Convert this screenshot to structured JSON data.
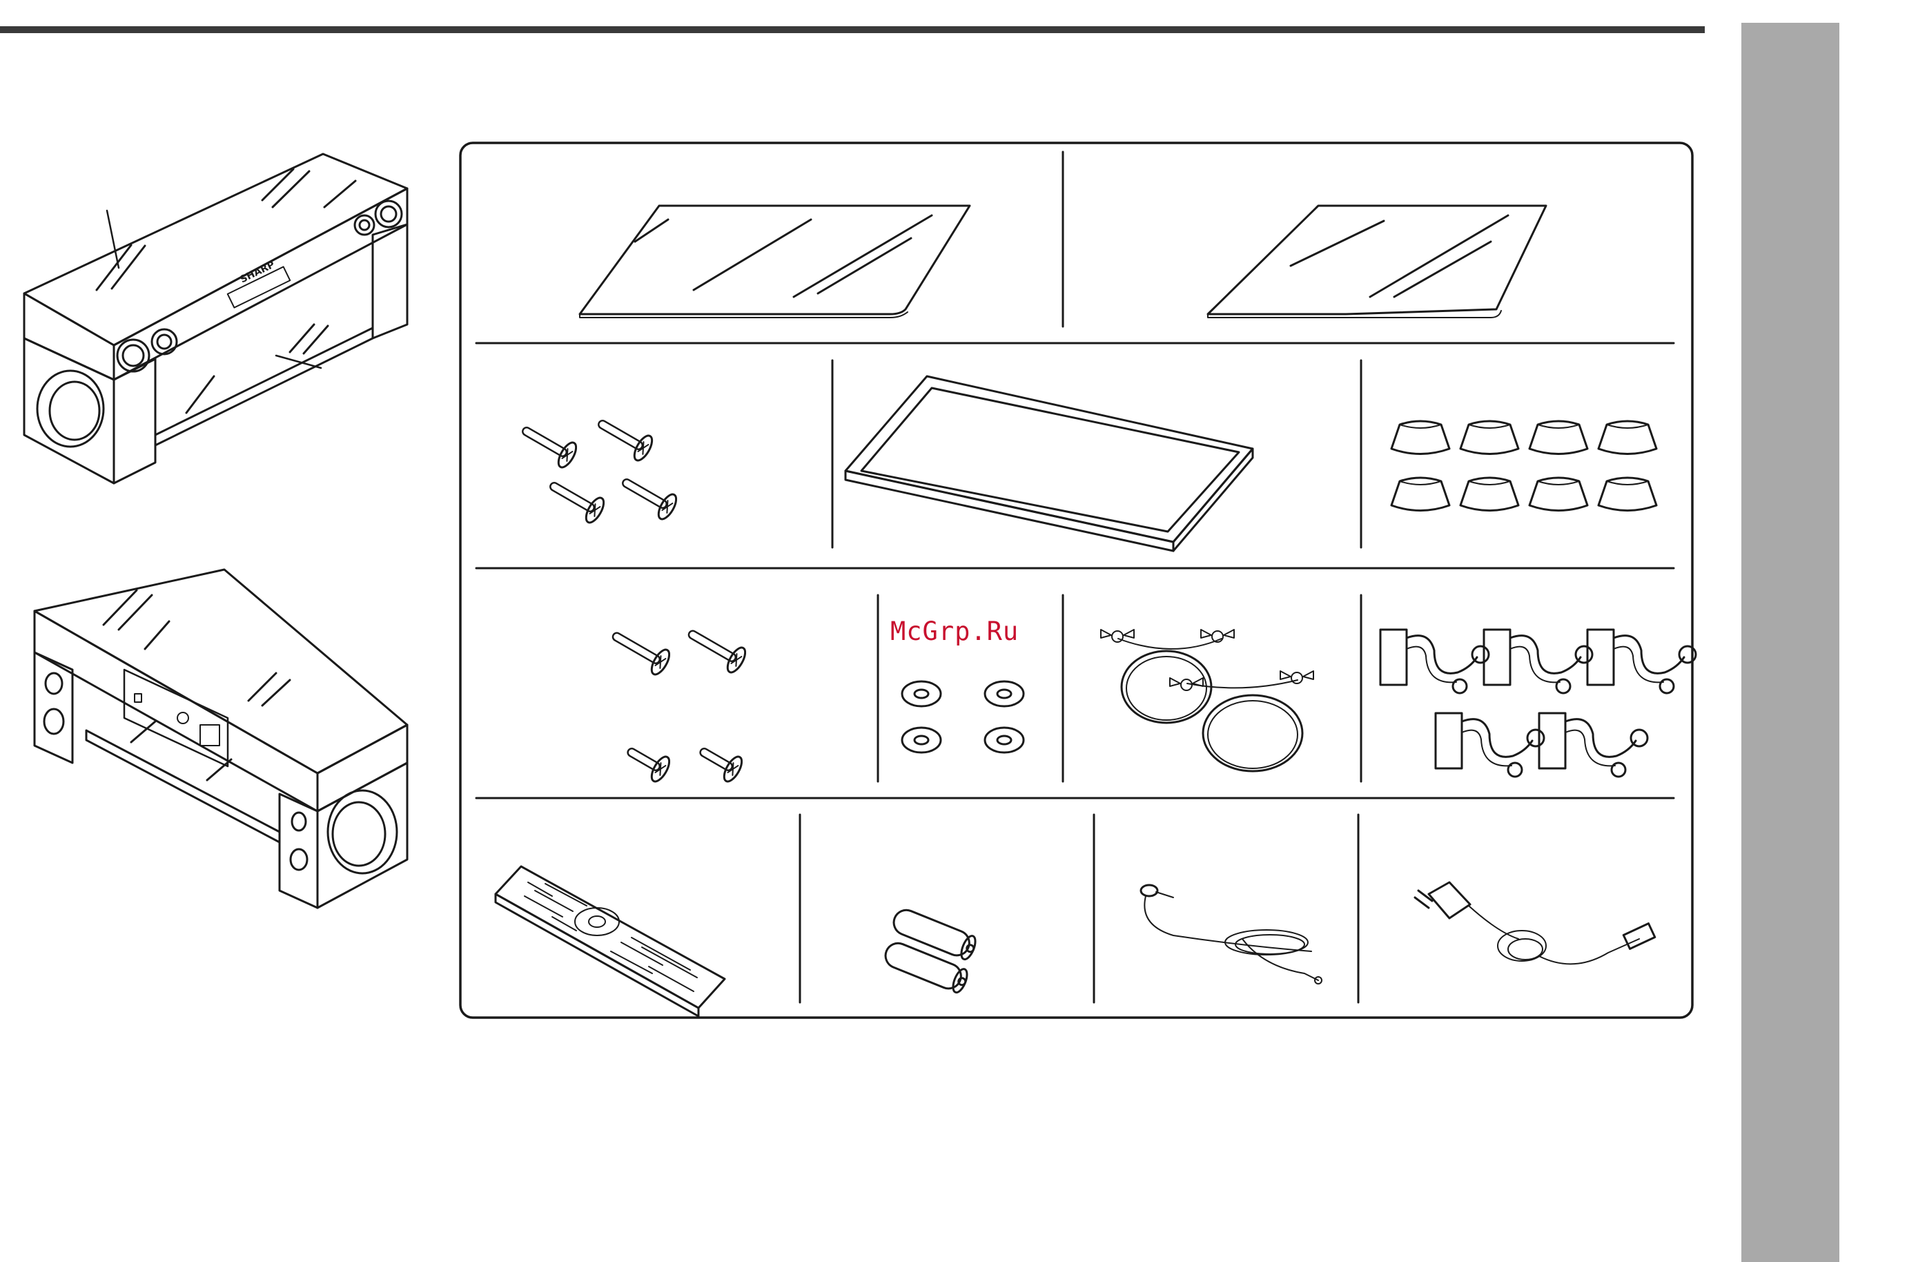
{
  "watermark": {
    "text": "McGrp.Ru"
  },
  "colors": {
    "rule": "#3a3a3a",
    "side_tab": "#a9a9a9",
    "watermark": "#c8102e",
    "line": "#1a1a1a"
  },
  "illustrations": [
    {
      "name": "main-unit-front",
      "icon": "speaker-cabinet-icon",
      "brand_mark": "SHARP"
    },
    {
      "name": "main-unit-rear",
      "icon": "speaker-cabinet-rear-icon"
    }
  ],
  "accessories": [
    {
      "name": "glass-top-panel",
      "icon": "glass-panel-icon",
      "quantity": 1
    },
    {
      "name": "glass-shelf",
      "icon": "glass-panel-icon",
      "quantity": 1
    },
    {
      "name": "long-screws",
      "icon": "screw-icon",
      "quantity": 4
    },
    {
      "name": "glass-frame",
      "icon": "frame-icon",
      "quantity": 1
    },
    {
      "name": "rubber-feet",
      "icon": "foot-icon",
      "quantity": 8
    },
    {
      "name": "screws",
      "icon": "screw-icon",
      "quantity": 4
    },
    {
      "name": "washers",
      "icon": "washer-icon",
      "quantity": 4
    },
    {
      "name": "am-loop-antennas",
      "icon": "loop-antenna-icon",
      "quantity": 2
    },
    {
      "name": "cable-clamps",
      "icon": "cable-clamp-icon",
      "quantity": 5
    },
    {
      "name": "remote-control",
      "icon": "remote-control-icon",
      "quantity": 1
    },
    {
      "name": "batteries",
      "icon": "battery-icon",
      "quantity": 2
    },
    {
      "name": "fm-antenna",
      "icon": "fm-antenna-icon",
      "quantity": 1
    },
    {
      "name": "ac-power-lead",
      "icon": "power-plug-icon",
      "quantity": 1
    }
  ]
}
